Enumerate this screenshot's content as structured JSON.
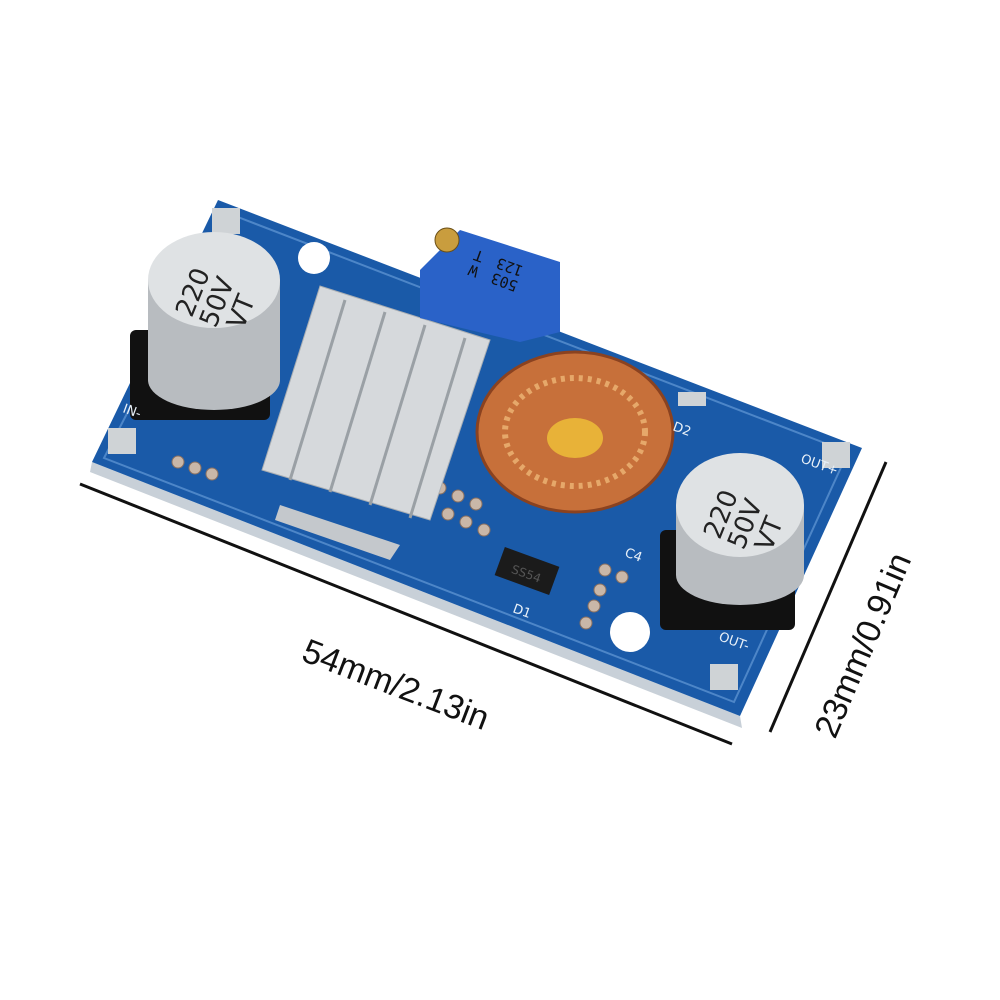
{
  "product": {
    "width_label": "54mm/2.13in",
    "height_label": "23mm/0.91in"
  },
  "board": {
    "color": "#1a5aa8",
    "labels": {
      "in_minus": "IN-",
      "out_plus": "OUT+",
      "out_minus": "OUT-",
      "c4": "C4",
      "d1": "D1",
      "d2": "D2"
    },
    "capacitor_left": {
      "line1": "220",
      "line2": "50V",
      "line3": "VT"
    },
    "capacitor_right": {
      "line1": "220",
      "line2": "50V",
      "line3": "VT"
    },
    "potentiometer": {
      "line1": "503",
      "line2": "123",
      "line3": "W",
      "line4": "T"
    },
    "diode": "SS54"
  }
}
